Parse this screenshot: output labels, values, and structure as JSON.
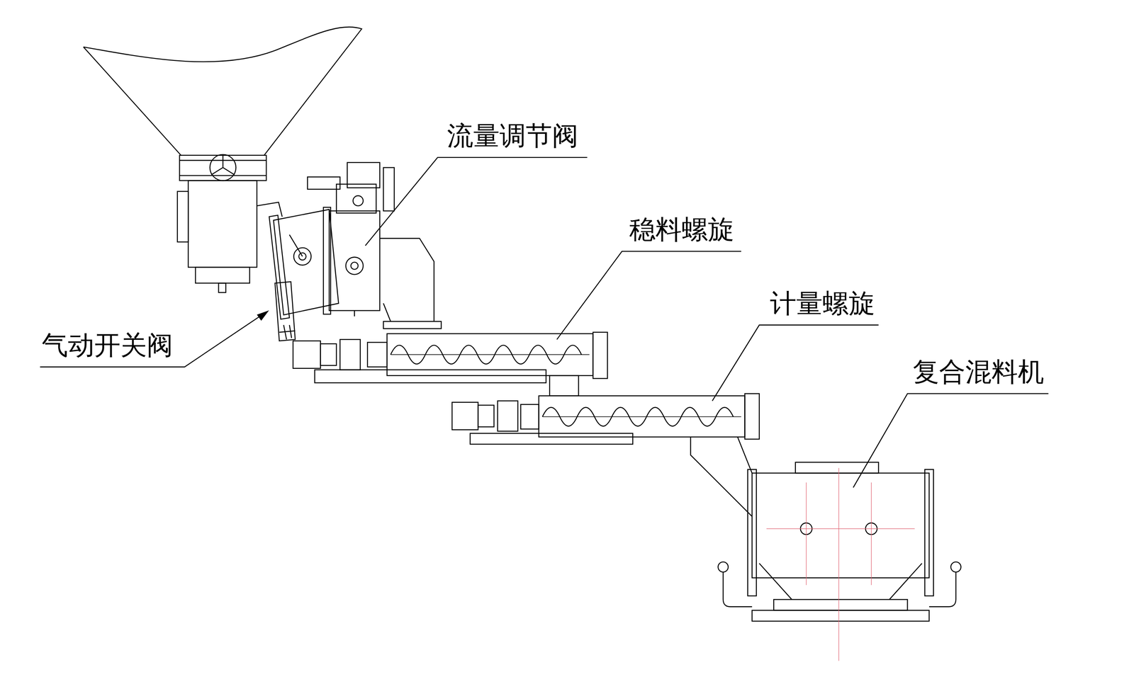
{
  "diagram": {
    "labels": [
      "流量调节阀",
      "稳料螺旋",
      "计量螺旋",
      "复合混料机",
      "气动开关阀"
    ]
  }
}
